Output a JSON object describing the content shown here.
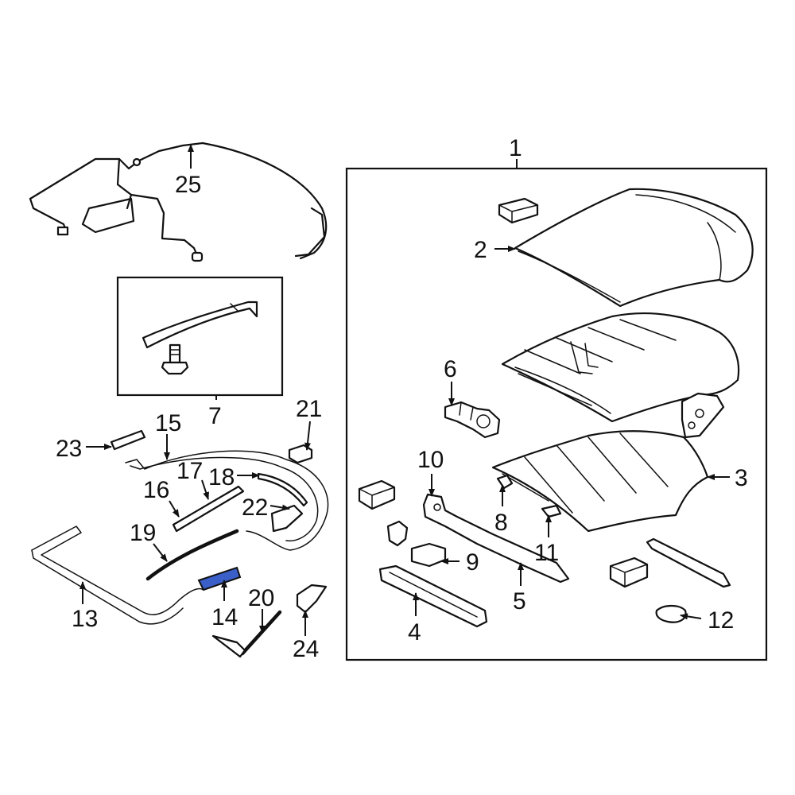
{
  "diagram": {
    "callouts": {
      "c1": "1",
      "c2": "2",
      "c3": "3",
      "c4": "4",
      "c5": "5",
      "c6": "6",
      "c7": "7",
      "c8": "8",
      "c9": "9",
      "c10": "10",
      "c11": "11",
      "c12": "12",
      "c13": "13",
      "c14": "14",
      "c15": "15",
      "c16": "16",
      "c17": "17",
      "c18": "18",
      "c19": "19",
      "c20": "20",
      "c21": "21",
      "c22": "22",
      "c23": "23",
      "c24": "24",
      "c25": "25"
    },
    "highlighted_part": "14",
    "colors": {
      "line": "#111111",
      "highlight": "#3a5fc8",
      "background": "#ffffff"
    }
  }
}
